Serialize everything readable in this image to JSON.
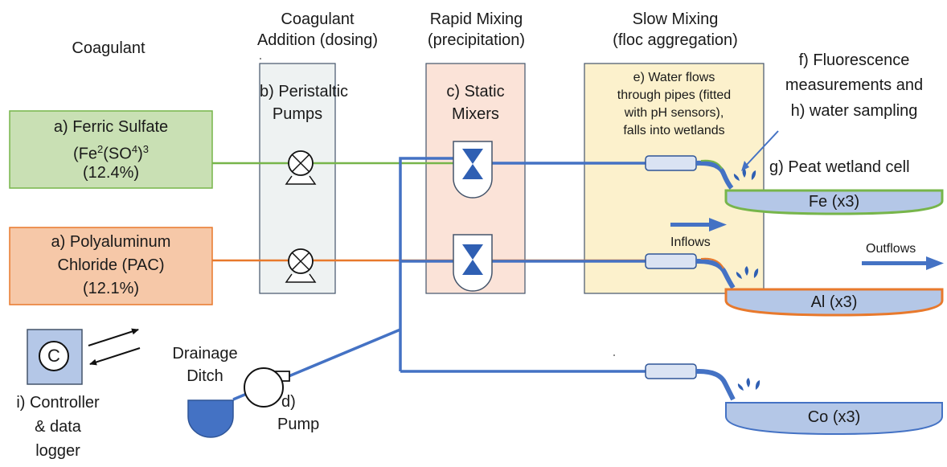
{
  "column_headers": {
    "coagulant": "Coagulant",
    "dosing": [
      "Coagulant",
      "Addition (dosing)"
    ],
    "rapid": [
      "Rapid Mixing",
      "(precipitation)"
    ],
    "slow": [
      "Slow Mixing",
      "(floc aggregation)"
    ]
  },
  "ferric": {
    "line1": "a) Ferric Sulfate",
    "formula_a": "(Fe",
    "sup1": "2",
    "formula_b": "(SO",
    "sup2": "4",
    "formula_c": ")",
    "sup3": "3",
    "percent": "(12.4%)"
  },
  "pac": {
    "line1": "a) Polyaluminum",
    "line2": "Chloride (PAC)",
    "percent": "(12.1%)"
  },
  "pumps": {
    "line1": "b) Peristaltic",
    "line2": "Pumps"
  },
  "mixers": {
    "line1": "c) Static",
    "line2": "Mixers"
  },
  "water_flow": [
    "e) Water flows",
    "through pipes (fitted",
    "with pH sensors),",
    "falls into wetlands"
  ],
  "fluorescence": [
    "f) Fluorescence",
    "measurements and",
    "h) water sampling"
  ],
  "peat": "g) Peat wetland cell",
  "cells": {
    "fe": "Fe (x3)",
    "al": "Al (x3)",
    "co": "Co (x3)"
  },
  "inflows": "Inflows",
  "outflows": "Outflows",
  "controller": {
    "symbol": "C",
    "line1": "i) Controller",
    "line2": "& data",
    "line3": "logger"
  },
  "drainage": [
    "Drainage",
    "Ditch"
  ],
  "pump": [
    "d)",
    "Pump"
  ],
  "colors": {
    "ferric_fill": "#c9e0b4",
    "ferric_line": "#77b54a",
    "pac_fill": "#f6c8a8",
    "pac_line": "#e8792c",
    "water": "#4472c4",
    "pump_panel": "#eef2f2",
    "mixer_panel": "#fbe3d8",
    "slow_panel": "#fcf1cc",
    "cell_fill": "#b4c7e7"
  }
}
